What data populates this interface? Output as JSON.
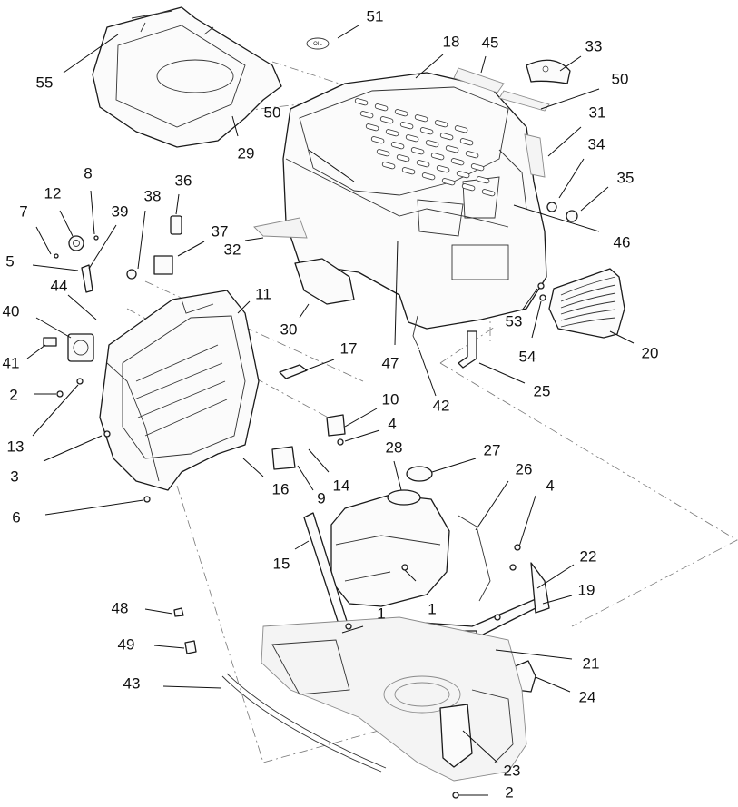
{
  "decal_text": "OIL",
  "callouts": [
    "1",
    "1",
    "2",
    "2",
    "3",
    "4",
    "4",
    "5",
    "6",
    "7",
    "8",
    "9",
    "10",
    "11",
    "12",
    "13",
    "14",
    "15",
    "16",
    "17",
    "18",
    "19",
    "20",
    "21",
    "22",
    "23",
    "24",
    "25",
    "26",
    "27",
    "28",
    "29",
    "30",
    "31",
    "32",
    "33",
    "34",
    "35",
    "36",
    "37",
    "38",
    "39",
    "40",
    "41",
    "42",
    "43",
    "44",
    "45",
    "46",
    "47",
    "48",
    "49",
    "50",
    "50",
    "51",
    "53",
    "54",
    "55"
  ]
}
